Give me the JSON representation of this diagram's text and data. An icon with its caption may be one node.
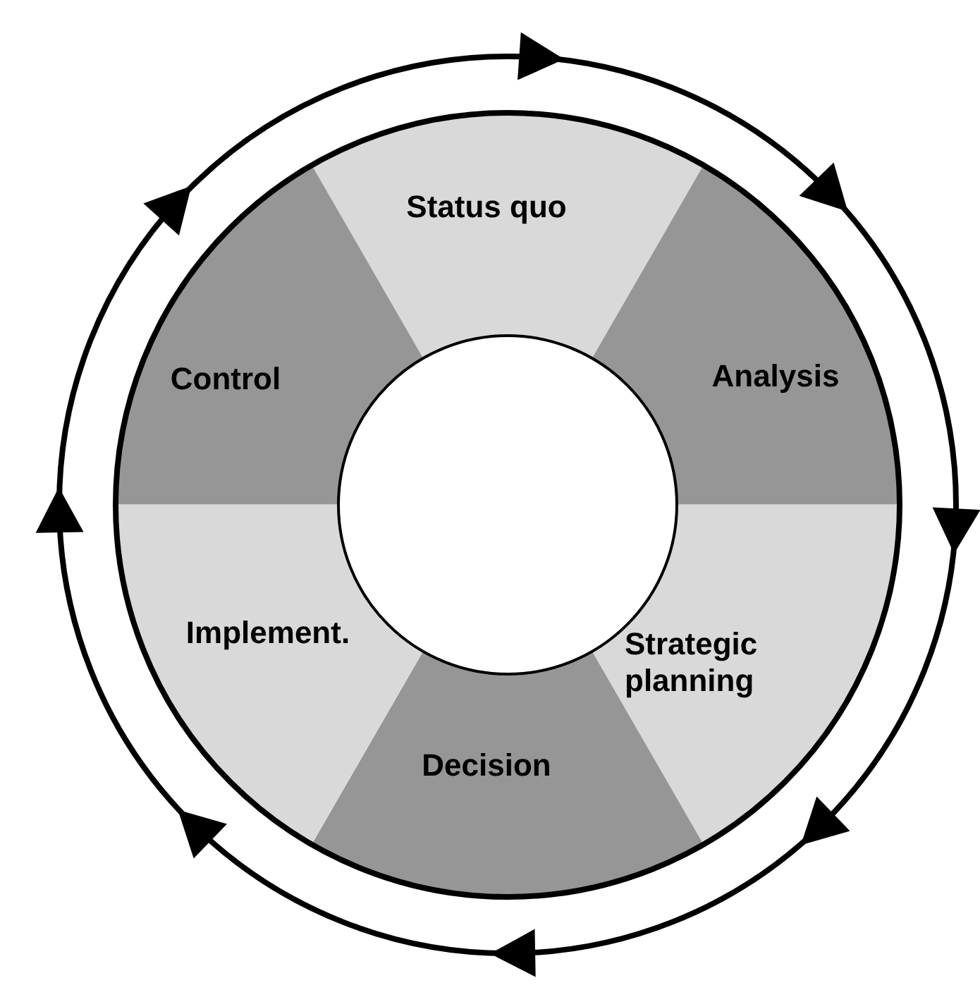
{
  "diagram": {
    "nodes": [
      {
        "text": [
          "Status quo"
        ]
      },
      {
        "text": [
          "Analysis"
        ]
      },
      {
        "text": [
          "Strategic planning"
        ]
      },
      {
        "text": [
          "Decision"
        ]
      },
      {
        "text": [
          "Implement."
        ]
      },
      {
        "text": [
          "Control"
        ]
      }
    ]
  }
}
